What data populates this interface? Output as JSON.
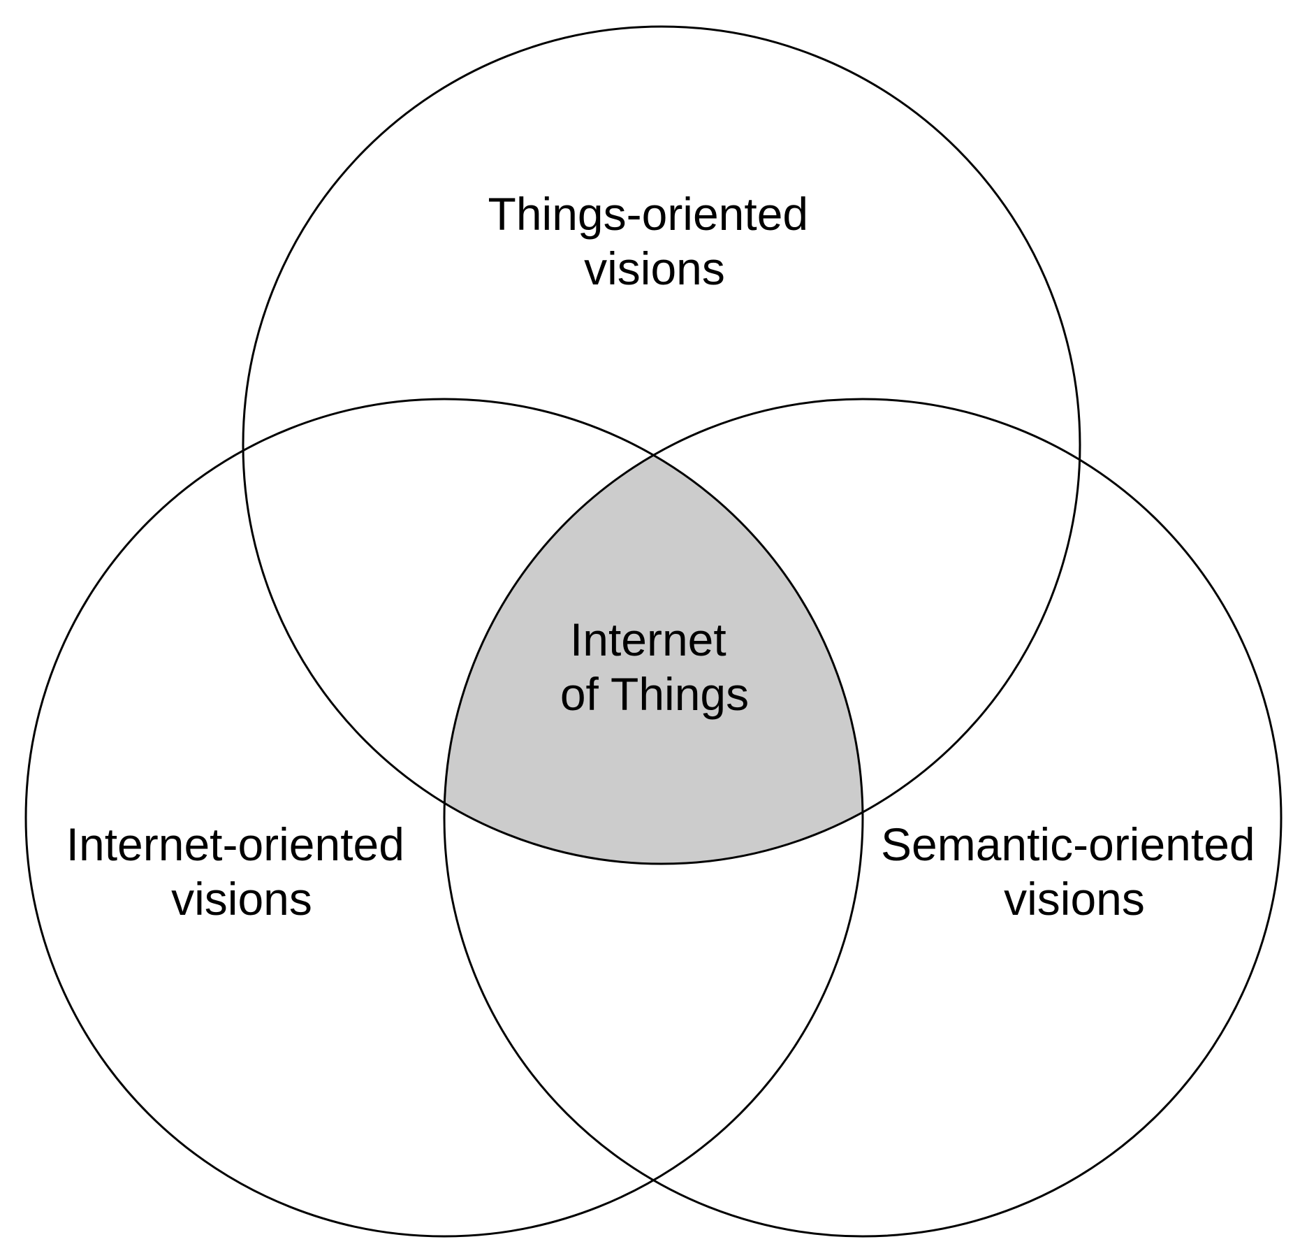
{
  "diagram": {
    "type": "venn-3",
    "colors": {
      "stroke": "#000000",
      "background": "#ffffff",
      "intersection_fill": "#cccccc"
    },
    "sets": [
      {
        "id": "things",
        "label_lines": [
          "Things-oriented",
          "visions"
        ]
      },
      {
        "id": "internet",
        "label_lines": [
          "Internet-oriented",
          "visions"
        ]
      },
      {
        "id": "semantic",
        "label_lines": [
          "Semantic-oriented",
          "visions"
        ]
      }
    ],
    "intersection": {
      "sets": [
        "things",
        "internet",
        "semantic"
      ],
      "label_lines": [
        "Internet",
        "of Things"
      ]
    }
  }
}
